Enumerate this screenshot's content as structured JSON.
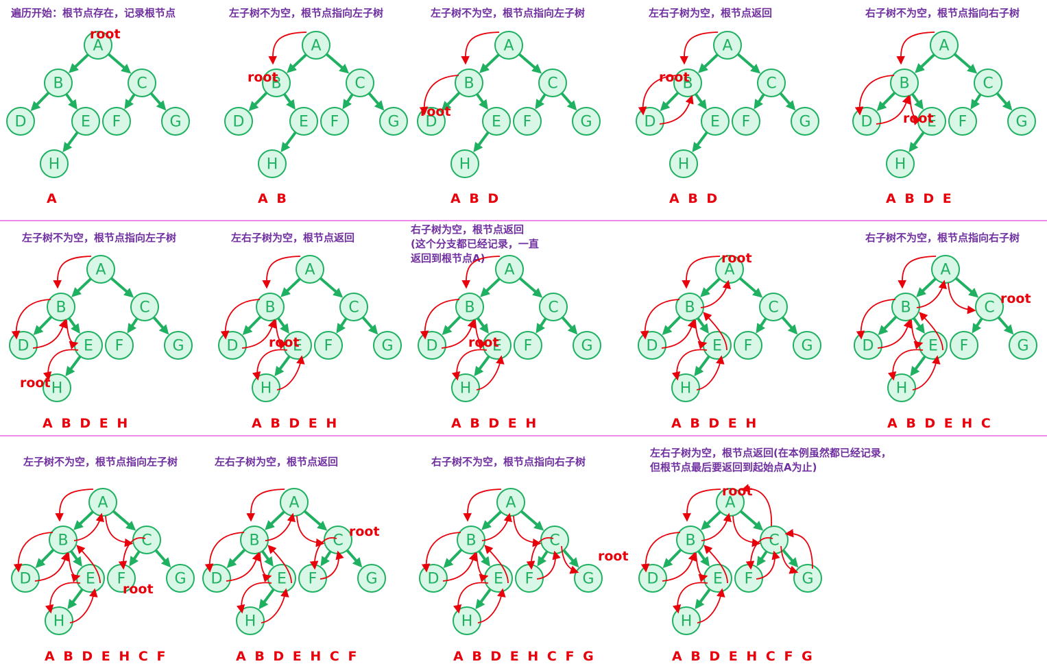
{
  "tree": {
    "nodes": [
      "A",
      "B",
      "C",
      "D",
      "E",
      "F",
      "G",
      "H"
    ],
    "edges": [
      [
        "A",
        "B"
      ],
      [
        "A",
        "C"
      ],
      [
        "B",
        "D"
      ],
      [
        "B",
        "E"
      ],
      [
        "C",
        "F"
      ],
      [
        "C",
        "G"
      ],
      [
        "E",
        "H"
      ]
    ]
  },
  "root_label": "root",
  "colors": {
    "title": "#7030a0",
    "node_stroke": "#1fb061",
    "node_fill": "#d8f7e6",
    "red": "#e8000b",
    "divider": "#e040e0"
  },
  "steps": [
    {
      "title": [
        "遍历开始：根节点存在，记录根节点"
      ],
      "root_at": "A",
      "sequence": "A",
      "moves": []
    },
    {
      "title": [
        "左子树不为空，根节点指向左子树"
      ],
      "root_at": "B",
      "sequence": "A B",
      "moves": [
        "AB"
      ]
    },
    {
      "title": [
        "左子树不为空，根节点指向左子树"
      ],
      "root_at": "D",
      "sequence": "A B D",
      "moves": [
        "AB",
        "BD"
      ]
    },
    {
      "title": [
        "左右子树为空，根节点返回"
      ],
      "root_at": "B",
      "sequence": "A B D",
      "moves": [
        "AB",
        "BD",
        "DB"
      ]
    },
    {
      "title": [
        "右子树不为空，根节点指向右子树"
      ],
      "root_at": "E",
      "sequence": "A B D E",
      "moves": [
        "AB",
        "BD",
        "DB",
        "BE"
      ]
    },
    {
      "title": [
        "左子树不为空，根节点指向左子树"
      ],
      "root_at": "H",
      "sequence": "A B D E H",
      "moves": [
        "AB",
        "BD",
        "DB",
        "BE",
        "EH"
      ]
    },
    {
      "title": [
        "左右子树为空，根节点返回"
      ],
      "root_at": "E",
      "sequence": "A B D E H",
      "moves": [
        "AB",
        "BD",
        "DB",
        "BE",
        "EH",
        "HE"
      ]
    },
    {
      "title": [
        "右子树为空，根节点返回",
        "(这个分支都已经记录，一直",
        "返回到根节点A)"
      ],
      "root_at": "E",
      "sequence": "A B D E H",
      "moves": [
        "AB",
        "BD",
        "DB",
        "BE",
        "EH",
        "HE"
      ]
    },
    {
      "title": [],
      "root_at": "A",
      "sequence": "A B D E H",
      "moves": [
        "AB",
        "BD",
        "DB",
        "BE",
        "EH",
        "HE",
        "EB",
        "BA"
      ]
    },
    {
      "title": [
        "右子树不为空，根节点指向右子树"
      ],
      "root_at": "C",
      "sequence": "A B D E H C",
      "moves": [
        "AB",
        "BD",
        "DB",
        "BE",
        "EH",
        "HE",
        "EB",
        "BA",
        "AC"
      ]
    },
    {
      "title": [
        "左子树不为空，根节点指向左子树"
      ],
      "root_at": "F",
      "sequence": "A B D E H C F",
      "moves": [
        "AB",
        "BD",
        "DB",
        "BE",
        "EH",
        "HE",
        "EB",
        "BA",
        "AC",
        "CF"
      ]
    },
    {
      "title": [
        "左右子树为空，根节点返回"
      ],
      "root_at": "C",
      "sequence": "A B D E H C F",
      "moves": [
        "AB",
        "BD",
        "DB",
        "BE",
        "EH",
        "HE",
        "EB",
        "BA",
        "AC",
        "CF",
        "FC"
      ]
    },
    {
      "title": [
        "右子树不为空，根节点指向右子树"
      ],
      "root_at": "G",
      "sequence": "A B D E H C F G",
      "moves": [
        "AB",
        "BD",
        "DB",
        "BE",
        "EH",
        "HE",
        "EB",
        "BA",
        "AC",
        "CF",
        "FC",
        "CG"
      ]
    },
    {
      "title": [
        "左右子树为空，根节点返回(在本例虽然都已经记录，",
        "但根节点最后要返回到起始点A为止)"
      ],
      "root_at": "A",
      "sequence": "A B D E H C F G",
      "moves": [
        "AB",
        "BD",
        "DB",
        "BE",
        "EH",
        "HE",
        "EB",
        "BA",
        "AC",
        "CF",
        "FC",
        "CG",
        "GC",
        "CA"
      ]
    }
  ]
}
